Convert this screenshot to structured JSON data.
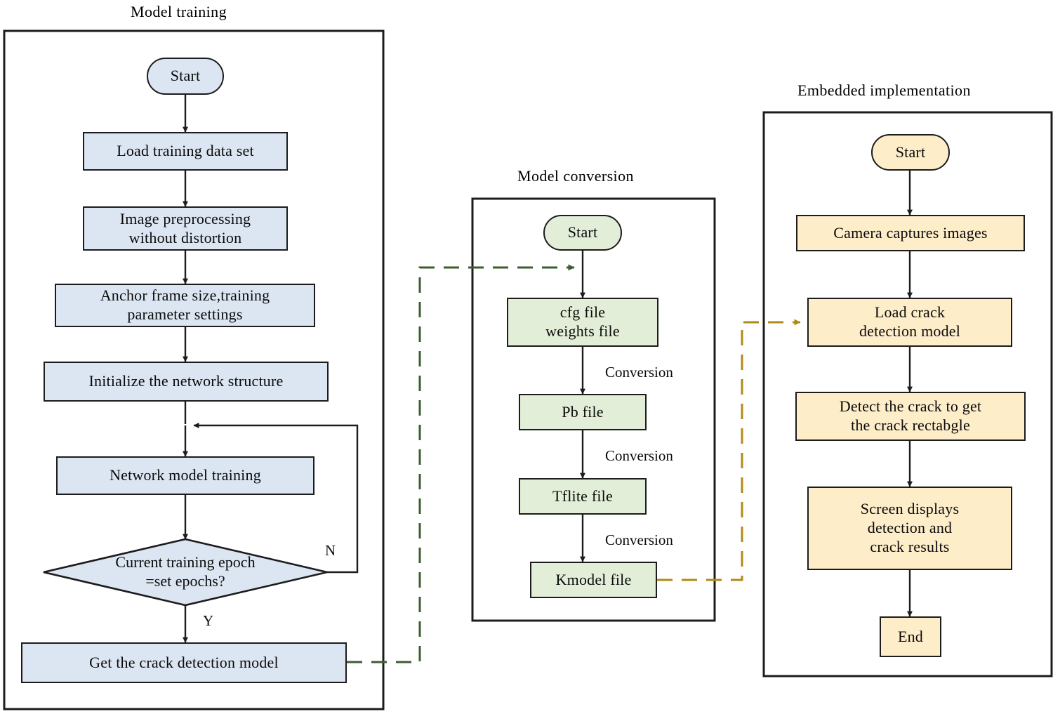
{
  "figure": {
    "type": "flowchart",
    "description": "Three-stage crack detection pipeline flowchart"
  },
  "colors": {
    "training_fill": "#dce6f2",
    "conversion_fill": "#e3eed8",
    "embedded_fill": "#fdedc9",
    "stroke": "#1c1c1c",
    "green_dashed_connector": "#3c5c33",
    "yellow_dashed_connector": "#b08a16"
  },
  "panels": {
    "training": {
      "title": "Model training"
    },
    "conversion": {
      "title": "Model conversion"
    },
    "embedded": {
      "title": "Embedded implementation"
    }
  },
  "training": {
    "nodes": [
      {
        "id": "t-start",
        "label": "Start",
        "shape": "terminator"
      },
      {
        "id": "t-load",
        "label": "Load training data set",
        "shape": "process"
      },
      {
        "id": "t-preproc",
        "label": "Image preprocessing\nwithout distortion",
        "shape": "process"
      },
      {
        "id": "t-anchor",
        "label": "Anchor frame size,training\nparameter settings",
        "shape": "process"
      },
      {
        "id": "t-init",
        "label": "Initialize the network structure",
        "shape": "process"
      },
      {
        "id": "t-train",
        "label": "Network model training",
        "shape": "process"
      },
      {
        "id": "t-decision",
        "label": "Current training epoch\n=set epochs?",
        "shape": "decision"
      },
      {
        "id": "t-get",
        "label": "Get the crack detection model",
        "shape": "process"
      }
    ],
    "decision_line1": "Current training epoch",
    "decision_line2": "=set epochs?",
    "branch_no": "N",
    "branch_yes": "Y"
  },
  "conversion": {
    "nodes": [
      {
        "id": "c-start",
        "label": "Start",
        "shape": "terminator"
      },
      {
        "id": "c-cfg",
        "label": "cfg file\nweights file",
        "shape": "process"
      },
      {
        "id": "c-pb",
        "label": "Pb file",
        "shape": "process"
      },
      {
        "id": "c-tflite",
        "label": "Tflite file",
        "shape": "process"
      },
      {
        "id": "c-kmodel",
        "label": "Kmodel file",
        "shape": "process"
      }
    ],
    "edge_labels": [
      "Conversion",
      "Conversion",
      "Conversion"
    ]
  },
  "embedded": {
    "nodes": [
      {
        "id": "e-start",
        "label": "Start",
        "shape": "terminator"
      },
      {
        "id": "e-camera",
        "label": "Camera captures images",
        "shape": "process"
      },
      {
        "id": "e-load",
        "label": "Load crack\ndetection model",
        "shape": "process"
      },
      {
        "id": "e-detect",
        "label": "Detect the crack to get\nthe crack rectabgle",
        "shape": "process"
      },
      {
        "id": "e-screen",
        "label": "Screen displays\ndetection and\ncrack results",
        "shape": "process"
      },
      {
        "id": "e-end",
        "label": "End",
        "shape": "terminator-rect"
      }
    ]
  },
  "connectors": {
    "green": {
      "from": "Get the crack detection model",
      "to": "Start (Model conversion)",
      "style": "dashed"
    },
    "yellow": {
      "from": "Kmodel file",
      "to": "Load crack detection model",
      "style": "dashed"
    }
  }
}
